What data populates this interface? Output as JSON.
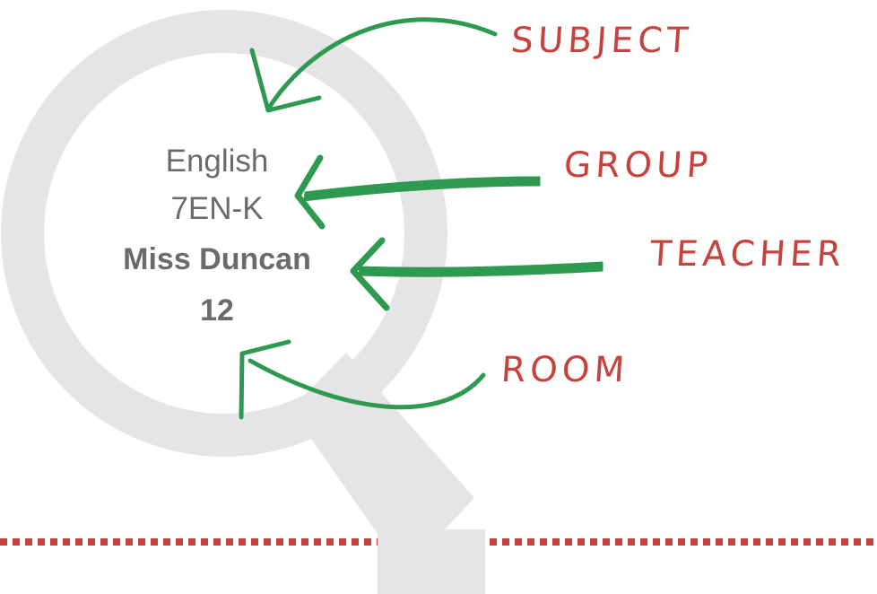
{
  "card": {
    "subject": "English",
    "group": "7EN-K",
    "teacher": "Miss Duncan",
    "room": "12"
  },
  "labels": {
    "subject": "SUBJECT",
    "group": "GROUP",
    "teacher": "TEACHER",
    "room": "ROOM"
  },
  "colors": {
    "magnifier": "#e6e6e8",
    "arrow": "#2d9a50",
    "label": "#c7423c",
    "card_text": "#6b6b6b",
    "divider": "#c7423c"
  },
  "icons": {
    "background": "magnifying-glass-icon",
    "pointer": "hand-drawn-arrow-icon"
  }
}
